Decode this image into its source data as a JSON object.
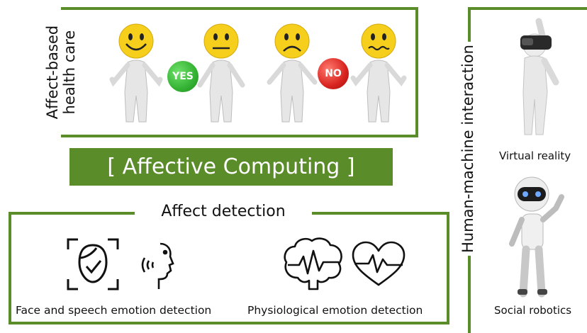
{
  "colors": {
    "accent": "#5b8c2a",
    "yes": "#34b233",
    "no": "#d8231f",
    "smiley": "#f5cf1c"
  },
  "health": {
    "label_line1": "Affect-based",
    "label_line2": "health care",
    "yes": "YES",
    "no": "NO"
  },
  "banner": {
    "title": "[ Affective Computing ]"
  },
  "detection": {
    "title": "Affect detection",
    "face_speech_caption": "Face and speech emotion detection",
    "physio_caption": "Physiological emotion detection"
  },
  "hmi": {
    "title": "Human-machine interaction",
    "vr_caption": "Virtual reality",
    "robot_caption": "Social robotics"
  }
}
